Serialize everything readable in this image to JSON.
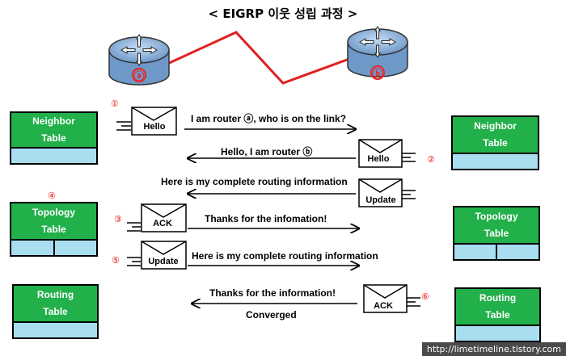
{
  "title": "< EIGRP 이웃 성립 과정 >",
  "routers": [
    {
      "id": "a",
      "label": "ⓐ"
    },
    {
      "id": "b",
      "label": "ⓑ"
    }
  ],
  "tables_left": [
    {
      "name": "Neighbor",
      "sub": "Table",
      "cells": 1
    },
    {
      "name": "Topology",
      "sub": "Table",
      "cells": 2
    },
    {
      "name": "Routing",
      "sub": "Table",
      "cells": 1
    }
  ],
  "tables_right": [
    {
      "name": "Neighbor",
      "sub": "Table",
      "cells": 1
    },
    {
      "name": "Topology",
      "sub": "Table",
      "cells": 2
    },
    {
      "name": "Routing",
      "sub": "Table",
      "cells": 1
    }
  ],
  "messages": [
    {
      "step": "①",
      "envelope": "Hello",
      "text": "I am router ⓐ, who is on the link?",
      "direction": "right"
    },
    {
      "step": "②",
      "envelope": "Hello",
      "text": "Hello, I am router ⓑ",
      "direction": "left"
    },
    {
      "step": "",
      "envelope": "Update",
      "text": "Here is my complete routing information",
      "direction": "left"
    },
    {
      "step": "③",
      "envelope": "ACK",
      "text": "Thanks for the infomation!",
      "direction": "right"
    },
    {
      "step": "⑤",
      "envelope": "Update",
      "text": "Here is my complete routing information",
      "direction": "right"
    },
    {
      "step": "⑥",
      "envelope": "ACK",
      "text": "Thanks for the information!",
      "direction": "left"
    }
  ],
  "topology_step": "④",
  "converged": "Converged",
  "watermark": "http://limetimeline.tistory.com",
  "colors": {
    "table_head": "#22b04a",
    "table_body": "#a9def0",
    "router": "#8fb3d9",
    "link": "#e02020",
    "step": "#e11111"
  }
}
